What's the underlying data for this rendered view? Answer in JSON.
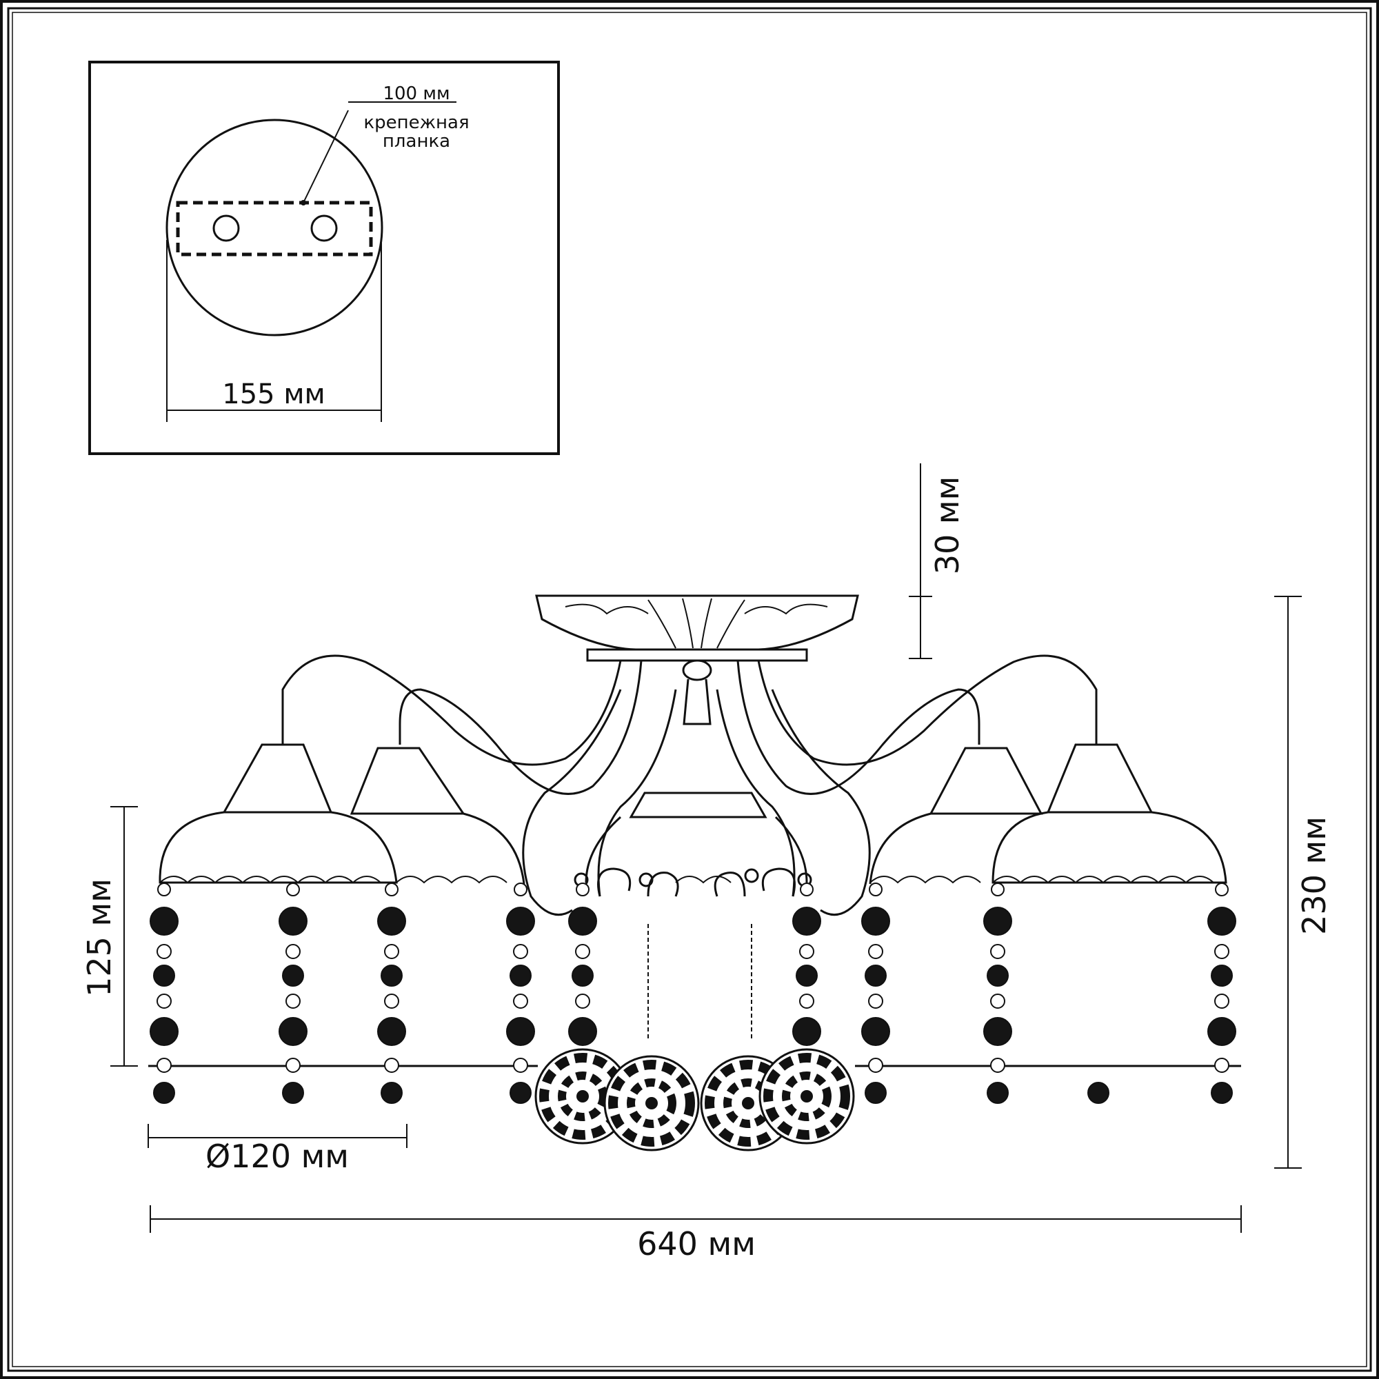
{
  "mount_plate": {
    "label_hole_spacing": "100 мм",
    "label_bracket_line1": "крепежная",
    "label_bracket_line2": "планка",
    "label_diameter": "155 мм"
  },
  "dimensions": {
    "canopy_height": "30 мм",
    "total_height": "230 мм",
    "shade_height": "125 мм",
    "shade_diameter": "Ø120 мм",
    "total_width": "640 мм"
  }
}
